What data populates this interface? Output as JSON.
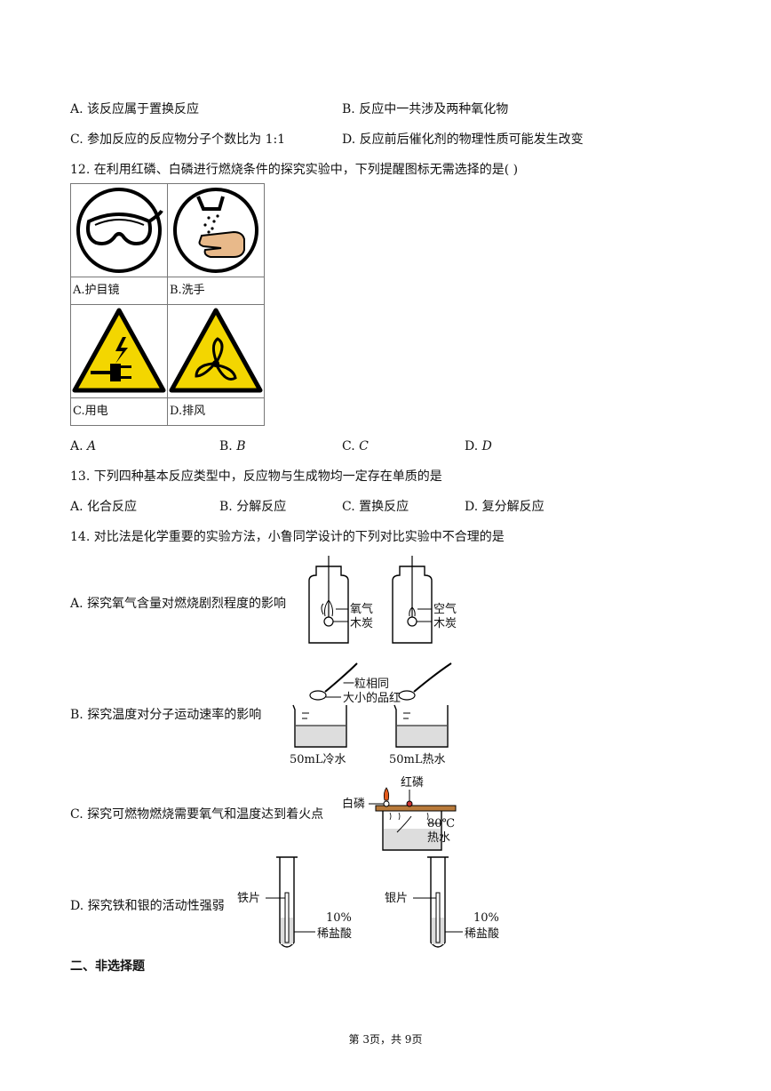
{
  "q11_options": {
    "a": "A. 该反应属于置换反应",
    "b": "B. 反应中一共涉及两种氧化物",
    "c": "C. 参加反应的反应物分子个数比为 1:1",
    "d": "D. 反应前后催化剂的物理性质可能发生改变"
  },
  "q12": {
    "stem": "12. 在利用红磷、白磷进行燃烧条件的探究实验中，下列提醒图标无需选择的是(    )",
    "icons": {
      "a_caption": "A.护目镜",
      "b_caption": "B.洗手",
      "c_caption": "C.用电",
      "d_caption": "D.排风"
    },
    "options": {
      "a": "A. 𝐴",
      "b": "B. 𝐵",
      "c": "C. 𝐶",
      "d": "D. 𝐷"
    }
  },
  "q13": {
    "stem": "13. 下列四种基本反应类型中，反应物与生成物均一定存在单质的是",
    "options": {
      "a": "A. 化合反应",
      "b": "B. 分解反应",
      "c": "C. 置换反应",
      "d": "D. 复分解反应"
    }
  },
  "q14": {
    "stem": "14. 对比法是化学重要的实验方法，小鲁同学设计的下列对比实验中不合理的是",
    "a": {
      "text": "A. 探究氧气含量对燃烧剧烈程度的影响",
      "left_gas": "氧气",
      "left_solid": "木炭",
      "right_gas": "空气",
      "right_solid": "木炭"
    },
    "b": {
      "text": "B. 探究温度对分子运动速率的影响",
      "crystal_line1": "一粒相同",
      "crystal_line2": "大小的品红",
      "left_beaker": "50mL冷水",
      "right_beaker": "50mL热水"
    },
    "c": {
      "text": "C. 探究可燃物燃烧需要氧气和温度达到着火点",
      "white_p": "白磷",
      "red_p": "红磷",
      "temp": "80℃",
      "water": "热水"
    },
    "d": {
      "text": "D. 探究铁和银的活动性强弱",
      "left_metal": "铁片",
      "right_metal": "银片",
      "conc": "10%",
      "acid": "稀盐酸"
    }
  },
  "section_title": "二、非选择题",
  "footer": "第 3页，共 9页"
}
